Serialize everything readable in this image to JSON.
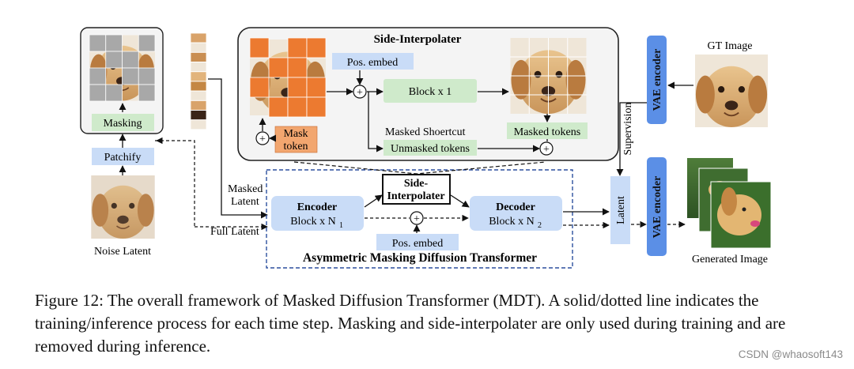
{
  "diagram": {
    "title_side_interpolater": "Side-Interpolater",
    "pos_embed_top": "Pos. embed",
    "block_x1": "Block x 1",
    "masked_shortcut": "Masked Shoertcut",
    "masked_tokens": "Masked tokens",
    "unmasked_tokens": "Unmasked tokens",
    "mask_token_line1": "Mask",
    "mask_token_line2": "token",
    "masking": "Masking",
    "patchify": "Patchify",
    "noise_latent": "Noise Latent",
    "masked_latent_line1": "Masked",
    "masked_latent_line2": "Latent",
    "full_latent": "Full Latent",
    "encoder_title": "Encoder",
    "encoder_sub": "Block x N",
    "encoder_sub_index": "1",
    "decoder_title": "Decoder",
    "decoder_sub": "Block x N",
    "decoder_sub_index": "2",
    "side_interp_line1": "Side-",
    "side_interp_line2": "Interpolater",
    "pos_embed_bottom": "Pos. embed",
    "amdt_title": "Asymmetric Masking Diffusion Transformer",
    "latent": "Latent",
    "supervision": "Supervision",
    "vae_encoder_top": "VAE encoder",
    "vae_encoder_bottom": "VAE encoder",
    "gt_image": "GT Image",
    "generated_image": "Generated Image",
    "plus_symbol": "+"
  },
  "caption": {
    "text": "Figure 12: The overall framework of Masked Diffusion Transformer (MDT). A solid/dotted line indicates the training/inference process for each time step. Masking and side-interpolater are only used during training and are removed during inference."
  },
  "watermark": "CSDN @whaosoft143",
  "colors": {
    "blue_box": "#c9dcf7",
    "green_box": "#cfeacb",
    "orange_patch": "#ec7a30",
    "mask_token": "#f2a66f",
    "vae_blue": "#5b8fe6",
    "dashed_border": "#2c4f9e"
  }
}
